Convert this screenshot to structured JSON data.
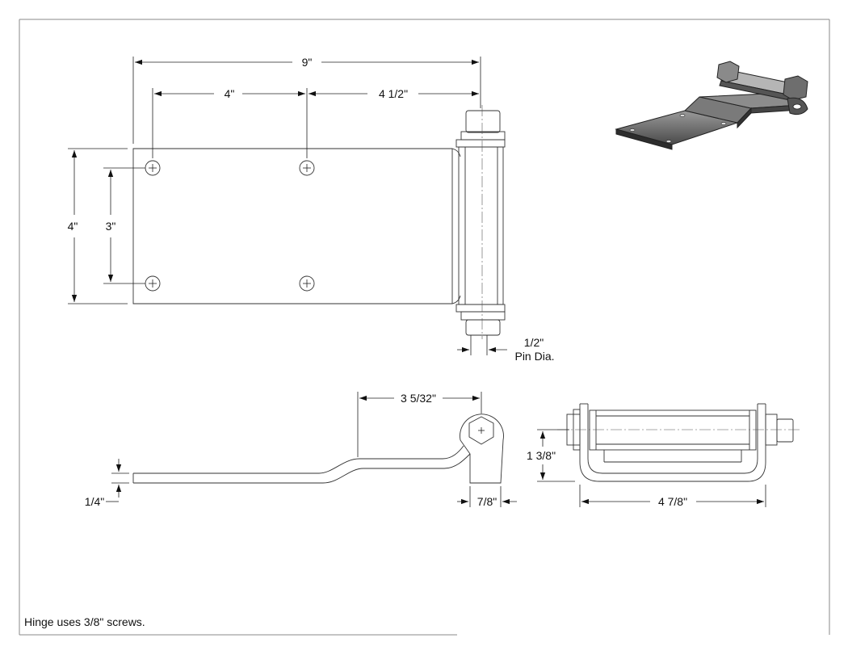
{
  "dimensions": {
    "overall_length": "9\"",
    "hole_spacing_left": "4\"",
    "hole_spacing_right": "4 1/2\"",
    "overall_width": "4\"",
    "hole_spacing_vertical": "3\"",
    "pin_dia_value": "1/2\"",
    "pin_dia_label": "Pin Dia.",
    "offset": "3 5/32\"",
    "plate_thickness": "1/4\"",
    "knuckle_width": "7/8\"",
    "bracket_height": "1 3/8\"",
    "bracket_width": "4 7/8\""
  },
  "note": "Hinge uses 3/8\" screws."
}
